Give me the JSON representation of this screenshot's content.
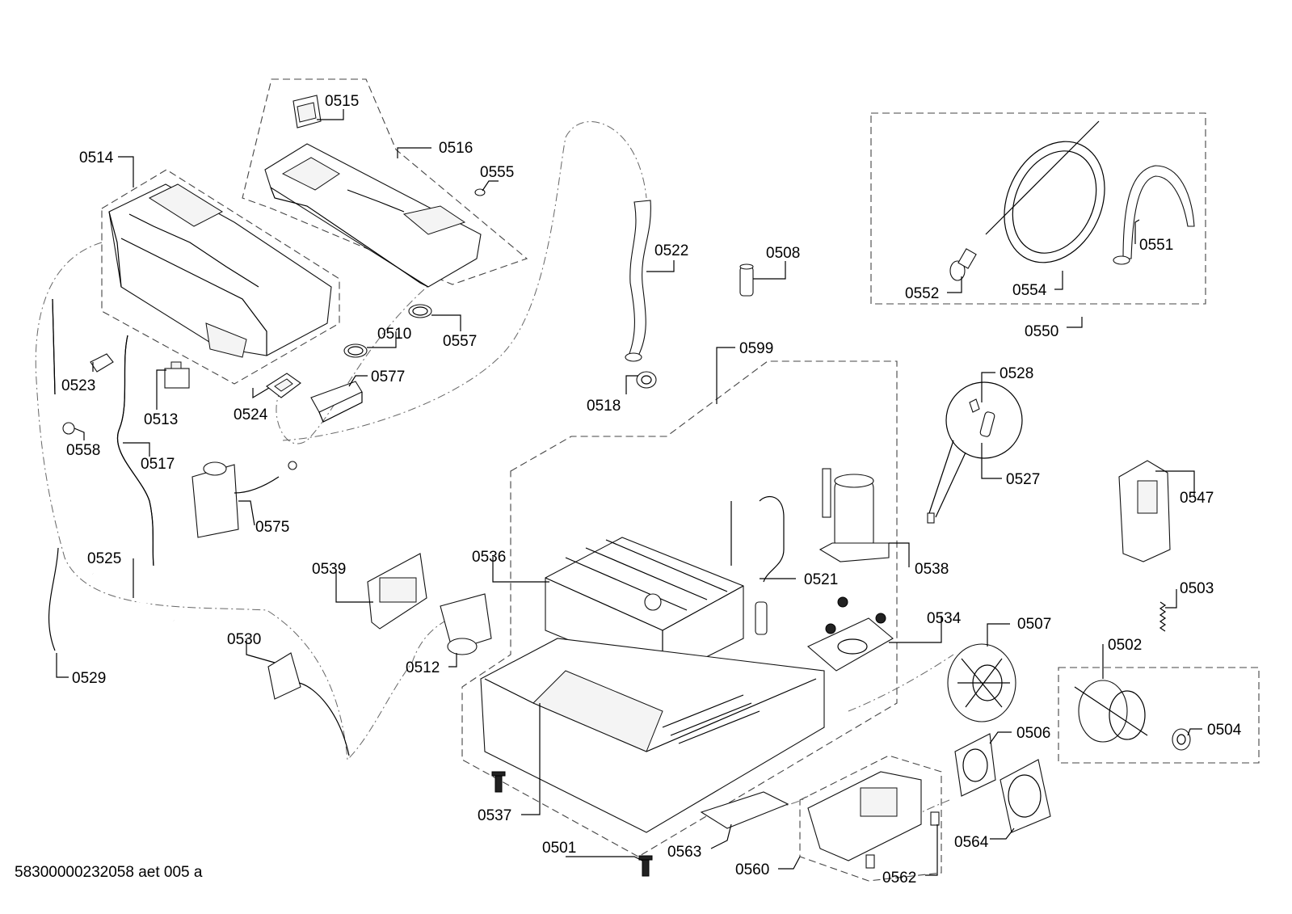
{
  "diagram": {
    "footer_text": "58300000232058 aet 005 a",
    "labels": {
      "l0514": "0514",
      "l0515": "0515",
      "l0516": "0516",
      "l0555": "0555",
      "l0522": "0522",
      "l0508": "0508",
      "l0550": "0550",
      "l0551": "0551",
      "l0552": "0552",
      "l0554": "0554",
      "l0510": "0510",
      "l0557": "0557",
      "l0577": "0577",
      "l0524": "0524",
      "l0518": "0518",
      "l0599": "0599",
      "l0528": "0528",
      "l0527": "0527",
      "l0523": "0523",
      "l0513": "0513",
      "l0558": "0558",
      "l0517": "0517",
      "l0575": "0575",
      "l0547": "0547",
      "l0538": "0538",
      "l0536": "0536",
      "l0521": "0521",
      "l0539": "0539",
      "l0525": "0525",
      "l0503": "0503",
      "l0534": "0534",
      "l0507": "0507",
      "l0502": "0502",
      "l0530": "0530",
      "l0512": "0512",
      "l0529": "0529",
      "l0506": "0506",
      "l0504": "0504",
      "l0537": "0537",
      "l0564": "0564",
      "l0501": "0501",
      "l0563": "0563",
      "l0560": "0560",
      "l0562": "0562"
    }
  }
}
